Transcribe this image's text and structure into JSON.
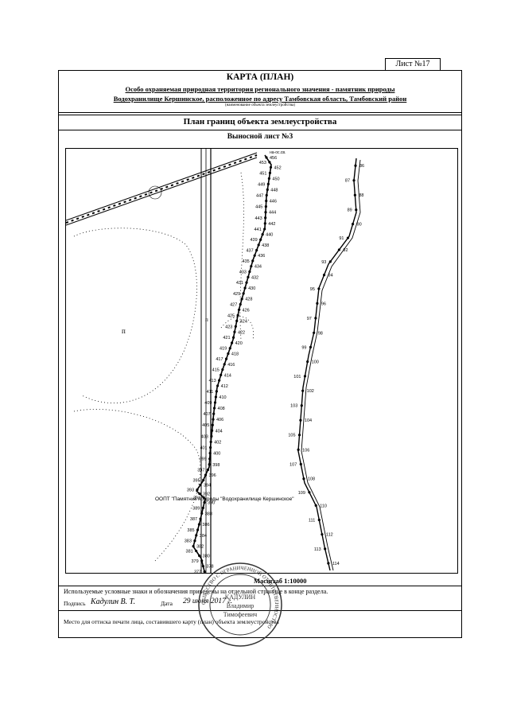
{
  "sheet_label": "Лист №17",
  "header": {
    "title": "КАРТА (ПЛАН)",
    "line1": "Особо охраняемая природная территория регионального значения - памятник природы",
    "line2": "Водохранилище Кершинское, расположенное по адресу Тамбовская область, Тамбовский район",
    "caption": "(наименование объекта землеустройства)"
  },
  "section_title": "План границ объекта землеустройства",
  "subsheet_title": "Выносной лист №3",
  "map": {
    "object_label": "ООПТ \"Памятник природы \"Водохранилище Кершинское\"",
    "top_label": "на-ос.св.",
    "west_points": [
      "456",
      "453",
      "452",
      "451",
      "450",
      "449",
      "448",
      "447",
      "446",
      "445",
      "444",
      "443",
      "442",
      "441",
      "440",
      "439",
      "438",
      "437",
      "436",
      "435",
      "434",
      "433",
      "432",
      "431",
      "430",
      "429",
      "428",
      "427",
      "426",
      "425",
      "424",
      "423",
      "422",
      "421",
      "420",
      "419",
      "418",
      "417",
      "416",
      "415",
      "414",
      "413",
      "412",
      "411",
      "410",
      "409",
      "408",
      "407",
      "406",
      "405",
      "404",
      "403",
      "402",
      "401",
      "400",
      "399",
      "398",
      "397",
      "396",
      "395",
      "394",
      "393",
      "392",
      "391",
      "390",
      "389",
      "388",
      "387",
      "386",
      "385",
      "384",
      "383",
      "382",
      "381",
      "380",
      "379",
      "378",
      "377"
    ],
    "east_points": [
      "86",
      "87",
      "88",
      "89",
      "90",
      "91",
      "92",
      "93",
      "94",
      "95",
      "96",
      "97",
      "98",
      "99",
      "100",
      "101",
      "102",
      "103",
      "104",
      "105",
      "106",
      "107",
      "108",
      "109",
      "110",
      "111",
      "112",
      "113",
      "114"
    ]
  },
  "footer": {
    "scale": "Масштаб 1:10000",
    "legend_note": "Используемые условные знаки и обозначения приведены на отдельной странице в конце раздела.",
    "signature_label": "Подпись",
    "signature": "Кадулин В. Т.",
    "date_label": "Дата",
    "date": "29 июня 2017 г.",
    "stamp_note": "Место для оттиска печати лица, составившего карту (план) объекта землеустройства"
  },
  "stamp": {
    "ring_text": "ОБЩЕСТВО С ОГРАНИЧЕННОЙ ОТВЕТСТВЕННОСТЬЮ",
    "name_lines": [
      "КАДУЛИН",
      "Владимир",
      "Тимофеевич"
    ]
  }
}
